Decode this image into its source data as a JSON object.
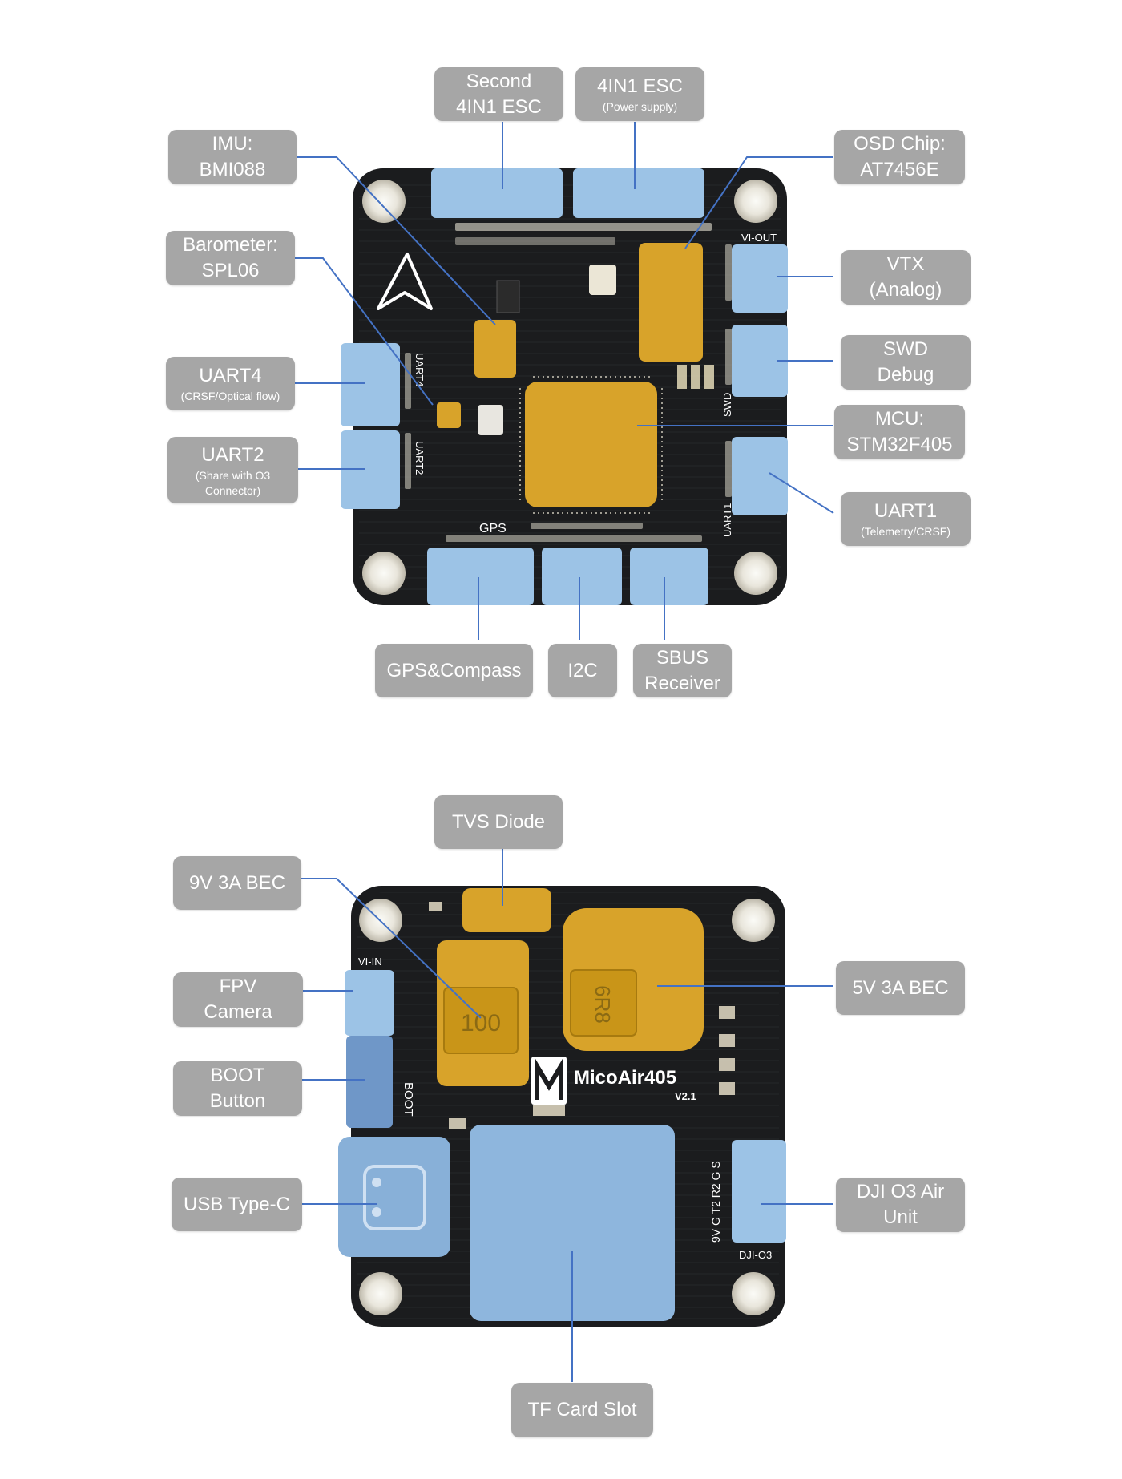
{
  "colors": {
    "callout_bg": "#a6a6a6",
    "callout_text": "#ffffff",
    "leader_line": "#4472c4",
    "pcb": "#1b1c1e",
    "connector_highlight": "#9cc3e6",
    "chip_highlight": "#d8a32a"
  },
  "top_board": {
    "silkscreen": {
      "vi_out": "VI-OUT",
      "swd": "SWD",
      "uart1": "UART1",
      "uart4": "UART4",
      "uart2": "UART2",
      "gps": "GPS",
      "logo_icon": "arrow-logo-icon"
    },
    "callouts": {
      "second_esc": {
        "main": "Second\n4IN1 ESC"
      },
      "esc": {
        "main": "4IN1 ESC",
        "sub": "(Power supply)"
      },
      "imu": {
        "main": "IMU:\nBMI088"
      },
      "osd": {
        "main": "OSD Chip:\nAT7456E"
      },
      "barometer": {
        "main": "Barometer:\nSPL06"
      },
      "vtx": {
        "main": "VTX\n(Analog)"
      },
      "swd_debug": {
        "main": "SWD\nDebug"
      },
      "uart4": {
        "main": "UART4",
        "sub": "(CRSF/Optical flow)"
      },
      "mcu": {
        "main": "MCU:\nSTM32F405"
      },
      "uart2": {
        "main": "UART2",
        "sub": "(Share with O3\nConnector)"
      },
      "uart1": {
        "main": "UART1",
        "sub": "(Telemetry/CRSF)"
      },
      "gps_compass": {
        "main": "GPS&Compass"
      },
      "i2c": {
        "main": "I2C"
      },
      "sbus": {
        "main": "SBUS\nReceiver"
      }
    }
  },
  "bottom_board": {
    "silkscreen": {
      "vi_in": "VI-IN",
      "boot": "BOOT",
      "dji_o3": "DJI-O3",
      "pins": "9V G T2 R2 G S",
      "brand": "MicoAir405",
      "version": "V2.1",
      "inductor_9v": "100",
      "inductor_5v": "6R8"
    },
    "callouts": {
      "tvs": {
        "main": "TVS Diode"
      },
      "bec9v": {
        "main": "9V 3A BEC"
      },
      "fpv": {
        "main": "FPV\nCamera"
      },
      "bec5v": {
        "main": "5V 3A BEC"
      },
      "boot_btn": {
        "main": "BOOT\nButton"
      },
      "usb": {
        "main": "USB Type-C"
      },
      "dji": {
        "main": "DJI O3 Air\nUnit"
      },
      "tf": {
        "main": "TF Card Slot"
      }
    }
  }
}
